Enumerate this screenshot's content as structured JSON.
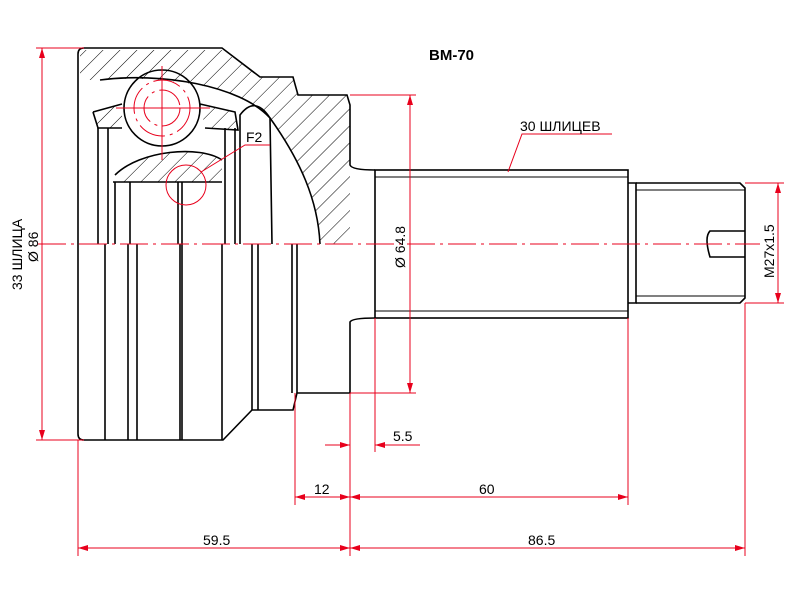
{
  "title": "BM-70",
  "labels": {
    "outer_splines": "33 ШЛИЦА",
    "outer_diameter": "Ø 86",
    "seal_diameter": "Ø 64.8",
    "shaft_splines": "30 ШЛИЦЕВ",
    "thread": "M27x1.5",
    "detail": "F2"
  },
  "dimensions": {
    "d_5_5": "5.5",
    "d_12": "12",
    "d_60": "60",
    "d_59_5": "59.5",
    "d_86_5": "86.5"
  },
  "colors": {
    "outline": "#000000",
    "dimension": "#e8001c"
  }
}
